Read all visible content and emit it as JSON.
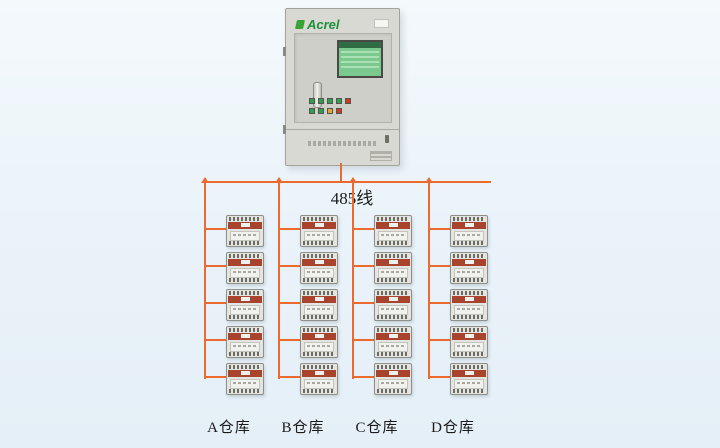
{
  "diagram": {
    "bus_label": "485线",
    "line_color": "#ed6a2f"
  },
  "cabinet": {
    "brand": "Acrel",
    "indicator_rows": [
      [
        "#2f9e50",
        "#2f9e50",
        "#2f9e50",
        "#2f9e50",
        "#cf3a27"
      ],
      [
        "#2f9e50",
        "#2f9e50",
        "#e0a52a",
        "#cf3a27"
      ]
    ]
  },
  "columns": [
    {
      "label": "A仓库",
      "device_count": 5
    },
    {
      "label": "B仓库",
      "device_count": 5
    },
    {
      "label": "C仓库",
      "device_count": 5
    },
    {
      "label": "D仓库",
      "device_count": 5
    }
  ]
}
